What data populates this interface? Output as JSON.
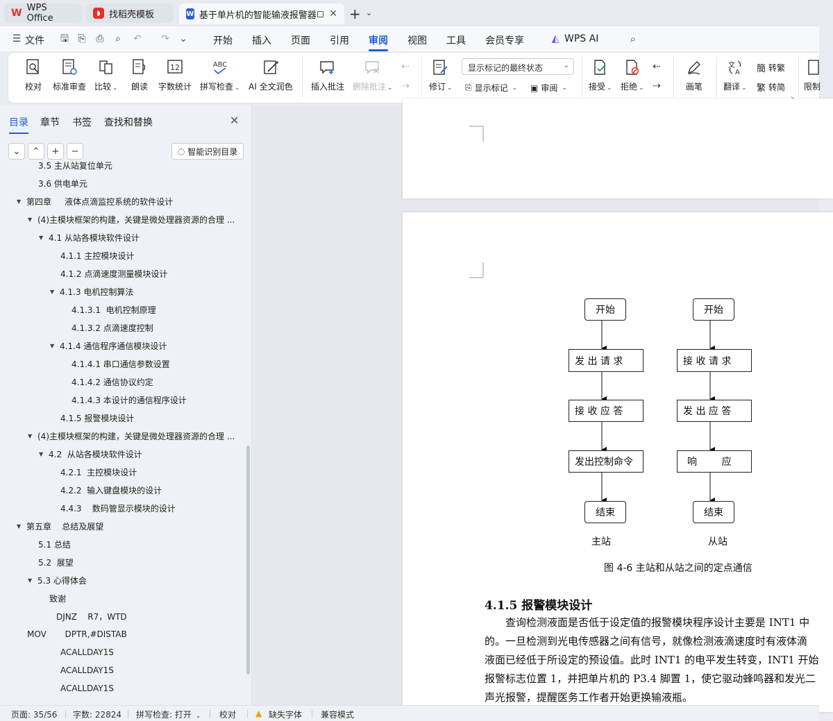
{
  "tabs": [
    {
      "label": "WPS Office",
      "icon": "wps-logo-icon",
      "color": "#e0322b"
    },
    {
      "label": "找稻壳模板",
      "icon": "docer-icon",
      "color": "#e0322b"
    },
    {
      "label": "基于单片机的智能输液报警器",
      "icon": "word-doc-icon",
      "color": "#2a5fd8"
    }
  ],
  "menu": {
    "file_label": "文件",
    "items": [
      "开始",
      "插入",
      "页面",
      "引用",
      "审阅",
      "视图",
      "工具",
      "会员专享"
    ],
    "active": "审阅",
    "ai_label": "WPS AI"
  },
  "ribbon": {
    "proofread": "校对",
    "standard_review": "标准审查",
    "compare": "比较",
    "read_aloud": "朗读",
    "word_count": "字数统计",
    "spell_check": "拼写检查",
    "ai_polish": "AI 全文润色",
    "insert_comment": "插入批注",
    "delete_comment": "删除批注",
    "revise": "修订",
    "display_state": "显示标记的最终状态",
    "show_markup": "显示标记",
    "review": "审阅",
    "accept": "接受",
    "reject": "拒绝",
    "pen": "画笔",
    "translate": "翻译",
    "to_traditional": "转繁",
    "to_simplified": "转简",
    "restrict": "限制",
    "word_count_icon_text": "12",
    "spell_icon_text": "ABC",
    "trad_icon_text": "簡",
    "simp_icon_text": "繁"
  },
  "nav": {
    "tabs": [
      "目录",
      "章节",
      "书签",
      "查找和替换"
    ],
    "smart_toc": "智能识别目录",
    "toc": [
      {
        "text": "3.5 主从站复位单元",
        "indent": 55,
        "tri": false
      },
      {
        "text": "3.6 供电单元",
        "indent": 55,
        "tri": false
      },
      {
        "text": "第四章     液体点滴监控系统的软件设计",
        "indent": 24,
        "tri": true
      },
      {
        "text": "(4)主模块框架的构建，关键是微处理器资源的合理 ...",
        "indent": 40,
        "tri": true
      },
      {
        "text": "4.1 从站各模块软件设计",
        "indent": 56,
        "tri": true
      },
      {
        "text": "4.1.1 主控模块设计",
        "indent": 87,
        "tri": false
      },
      {
        "text": "4.1.2 点滴速度测量模块设计",
        "indent": 87,
        "tri": false
      },
      {
        "text": "4.1.3 电机控制算法",
        "indent": 72,
        "tri": true
      },
      {
        "text": "4.1.3.1  电机控制原理",
        "indent": 103,
        "tri": false
      },
      {
        "text": "4.1.3.2 点滴速度控制",
        "indent": 103,
        "tri": false
      },
      {
        "text": "4.1.4 通信程序通信模块设计",
        "indent": 72,
        "tri": true
      },
      {
        "text": "4.1.4.1 串口通信参数设置",
        "indent": 103,
        "tri": false
      },
      {
        "text": "4.1.4.2 通信协议约定",
        "indent": 103,
        "tri": false
      },
      {
        "text": "4.1.4.3 本设计的通信程序设计",
        "indent": 103,
        "tri": false
      },
      {
        "text": "4.1.5 报警模块设计",
        "indent": 87,
        "tri": false
      },
      {
        "text": "(4)主模块框架的构建，关键是微处理器资源的合理 ...",
        "indent": 40,
        "tri": true
      },
      {
        "text": "4.2  从站各模块软件设计",
        "indent": 56,
        "tri": true
      },
      {
        "text": "4.2.1  主控模块设计",
        "indent": 87,
        "tri": false
      },
      {
        "text": "4.2.2  输入键盘模块的设计",
        "indent": 87,
        "tri": false
      },
      {
        "text": "4.4.3    数码管显示模块的设计",
        "indent": 87,
        "tri": false
      },
      {
        "text": "第五章    总结及展望",
        "indent": 24,
        "tri": true
      },
      {
        "text": "5.1 总结",
        "indent": 55,
        "tri": false
      },
      {
        "text": "5.2  展望",
        "indent": 55,
        "tri": false
      },
      {
        "text": "5.3 心得体会",
        "indent": 40,
        "tri": true
      },
      {
        "text": "致谢",
        "indent": 71,
        "tri": false
      },
      {
        "text": "DJNZ    R7，WTD",
        "indent": 81,
        "tri": false
      },
      {
        "text": "MOV       DPTR,#DISTAB",
        "indent": 39,
        "tri": false
      },
      {
        "text": "ACALLDAY1S",
        "indent": 87,
        "tri": false
      },
      {
        "text": "ACALLDAY1S",
        "indent": 87,
        "tri": false
      },
      {
        "text": "ACALLDAY1S",
        "indent": 87,
        "tri": false
      }
    ]
  },
  "doc": {
    "flow_master": [
      "开始",
      "发 出 请 求",
      "接 收 应 答",
      "发出控制命令",
      "结束"
    ],
    "flow_slave": [
      "开始",
      "接 收 请 求",
      "发 出 应 答",
      "响        应",
      "结束"
    ],
    "label_master": "主站",
    "label_slave": "从站",
    "caption": "图 4-6 主站和从站之间的定点通信",
    "heading": "4.1.5 报警模块设计",
    "lines": [
      "　　查询检测液面是否低于设定值的报警模块程序设计主要是 INT1 中",
      "的。一旦检测到光电传感器之间有信号，就像检测液滴速度时有液体滴",
      "液面已经低于所设定的预设值。此时 INT1 的电平发生转变，INT1 开始",
      "报警标志位置 1，并把单片机的 P3.4 脚置 1，使它驱动蜂鸣器和发光二",
      "声光报警，提醒医务工作者开始更换输液瓶。"
    ]
  },
  "status": {
    "page": "页面: 35/56",
    "words": "字数: 22824",
    "spell": "拼写检查: 打开",
    "proof": "校对",
    "missing_font": "缺失字体",
    "compat": "兼容模式"
  },
  "colors": {
    "accent": "#1f5fd6",
    "warning": "#f0a000"
  }
}
